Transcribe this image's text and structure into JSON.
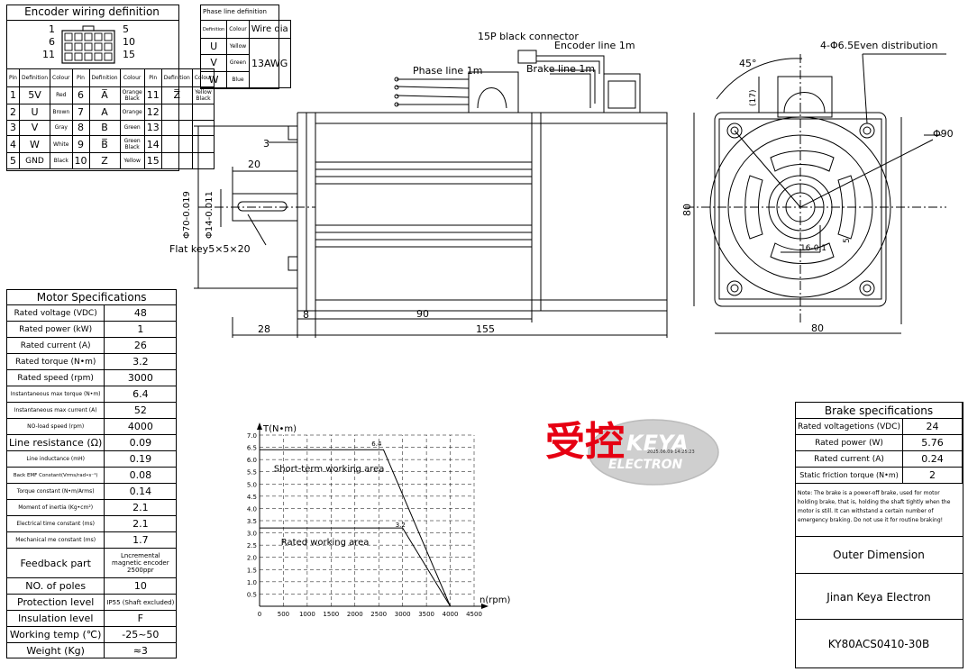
{
  "encoder": {
    "title": "Encoder wiring definition",
    "pin_rows": [
      {
        "left": "1",
        "right": "5"
      },
      {
        "left": "6",
        "right": "10"
      },
      {
        "left": "11",
        "right": "15"
      }
    ],
    "headers": [
      "Pin",
      "Definition",
      "Colour",
      "Pin",
      "Definition",
      "Colour",
      "Pin",
      "Definition",
      "Colour"
    ],
    "rows": [
      [
        "1",
        "5V",
        "Red",
        "6",
        "A̅",
        "Orange Black",
        "11",
        "Z̅",
        "Yellow Black"
      ],
      [
        "2",
        "U",
        "Brown",
        "7",
        "A",
        "Orange",
        "12",
        "",
        ""
      ],
      [
        "3",
        "V",
        "Gray",
        "8",
        "B",
        "Green",
        "13",
        "",
        ""
      ],
      [
        "4",
        "W",
        "White",
        "9",
        "B̅",
        "Green Black",
        "14",
        "",
        ""
      ],
      [
        "5",
        "GND",
        "Black",
        "10",
        "Z",
        "Yellow",
        "15",
        "",
        ""
      ]
    ]
  },
  "phase": {
    "title": "Phase line definition",
    "headers": [
      "Definition",
      "Colour",
      "Wire dia"
    ],
    "rows": [
      [
        "U",
        "Yellow"
      ],
      [
        "V",
        "Green"
      ],
      [
        "W",
        "Blue"
      ]
    ],
    "wire_dia": "13AWG"
  },
  "motor_specs": {
    "title": "Motor Specifications",
    "rows": [
      {
        "label": "Rated voltage (VDC)",
        "value": "48"
      },
      {
        "label": "Rated power (kW)",
        "value": "1"
      },
      {
        "label": "Rated current (A)",
        "value": "26"
      },
      {
        "label": "Rated torque (N•m)",
        "value": "3.2"
      },
      {
        "label": "Rated speed (rpm)",
        "value": "3000"
      },
      {
        "label": "Instantaneous max torque (N•m)",
        "value": "6.4"
      },
      {
        "label": "Instantaneous max current (A)",
        "value": "52"
      },
      {
        "label": "NO-load speed (rpm)",
        "value": "4000"
      },
      {
        "label": "Line resistance (Ω)",
        "value": "0.09"
      },
      {
        "label": "Line inductance (mH)",
        "value": "0.19"
      },
      {
        "label": "Back EMF Constant(Vrms/rad•s⁻¹)",
        "value": "0.08"
      },
      {
        "label": "Torque constant (N•m/Arms)",
        "value": "0.14"
      },
      {
        "label": "Moment of inertia (Kg•cm²)",
        "value": "2.1"
      },
      {
        "label": "Electrical time constant (ms)",
        "value": "2.1"
      },
      {
        "label": "Mechanical me constant (ms)",
        "value": "1.7"
      },
      {
        "label": "Feedback part",
        "value": "Lncremental magnetic encoder 2500ppr"
      },
      {
        "label": "NO. of poles",
        "value": "10"
      },
      {
        "label": "Protection level",
        "value": "IP55 (Shaft excluded)"
      },
      {
        "label": "Insulation level",
        "value": "F"
      },
      {
        "label": "Working temp (℃)",
        "value": "-25~50"
      },
      {
        "label": "Weight (Kg)",
        "value": "≈3"
      }
    ]
  },
  "brake": {
    "title": "Brake specifications",
    "rows": [
      {
        "label": "Rated voltagetions (VDC)",
        "value": "24"
      },
      {
        "label": "Rated power (W)",
        "value": "5.76"
      },
      {
        "label": "Rated current (A)",
        "value": "0.24"
      },
      {
        "label": "Static friction torque (N•m)",
        "value": "2"
      }
    ],
    "note": "Note: The brake is a power-off brake, used for motor holding brake, that is, holding the shaft tightly when the motor is still. It can withstand a certain number of emergency braking. Do not use it for routine braking!"
  },
  "title_block": {
    "outer": "Outer Dimension",
    "company": "Jinan Keya Electron",
    "model": "KY80ACS0410-30B"
  },
  "drawing": {
    "connector": "15P black connector",
    "encoder_line": "Encoder line 1m",
    "phase_line": "Phase line 1m",
    "brake_line": "Brake line 1m",
    "flat_key": "Flat key5×5×20",
    "holes": "4-Φ6.5Even distribution",
    "angle": "45°",
    "dim_17": "(17)",
    "dim_phi90": "Φ90",
    "dim_80_v": "80",
    "dim_80_h": "80",
    "dim_3": "3",
    "dim_20": "20",
    "dim_phi70": "Φ70-0.019",
    "dim_phi14": "Φ14-0.011",
    "dim_8": "8",
    "dim_90": "90",
    "dim_28": "28",
    "dim_155": "155",
    "dim_16": "16-0.1",
    "dim_5": "5"
  },
  "watermark": {
    "chinese": "受控",
    "brand_a": "KEYA",
    "brand_b": "ELECTRON",
    "stamp": "2025.06.09 14:25:23"
  },
  "chart_data": {
    "type": "line",
    "xlabel": "n(rpm)",
    "ylabel": "T(N•m)",
    "xlim": [
      0,
      4500
    ],
    "ylim": [
      0,
      7.0
    ],
    "x_ticks": [
      0,
      500,
      1000,
      1500,
      2000,
      2500,
      3000,
      3500,
      4000,
      4500
    ],
    "y_ticks": [
      0.5,
      1.0,
      1.5,
      2.0,
      2.5,
      3.0,
      3.5,
      4.0,
      4.5,
      5.0,
      5.5,
      6.0,
      6.5,
      7.0
    ],
    "series": [
      {
        "values": [
          [
            0,
            6.4
          ],
          [
            2600,
            6.4
          ],
          [
            4000,
            0
          ]
        ]
      },
      {
        "values": [
          [
            0,
            3.2
          ],
          [
            3000,
            3.2
          ],
          [
            4000,
            0
          ]
        ]
      }
    ],
    "annotations": [
      {
        "text": "6.4",
        "x": 2350,
        "y": 6.55
      },
      {
        "text": "3.2",
        "x": 2850,
        "y": 3.25
      },
      {
        "text": "Short-term working area",
        "x": 300,
        "y": 5.5
      },
      {
        "text": "Rated working area",
        "x": 450,
        "y": 2.5
      }
    ],
    "grid": true
  }
}
